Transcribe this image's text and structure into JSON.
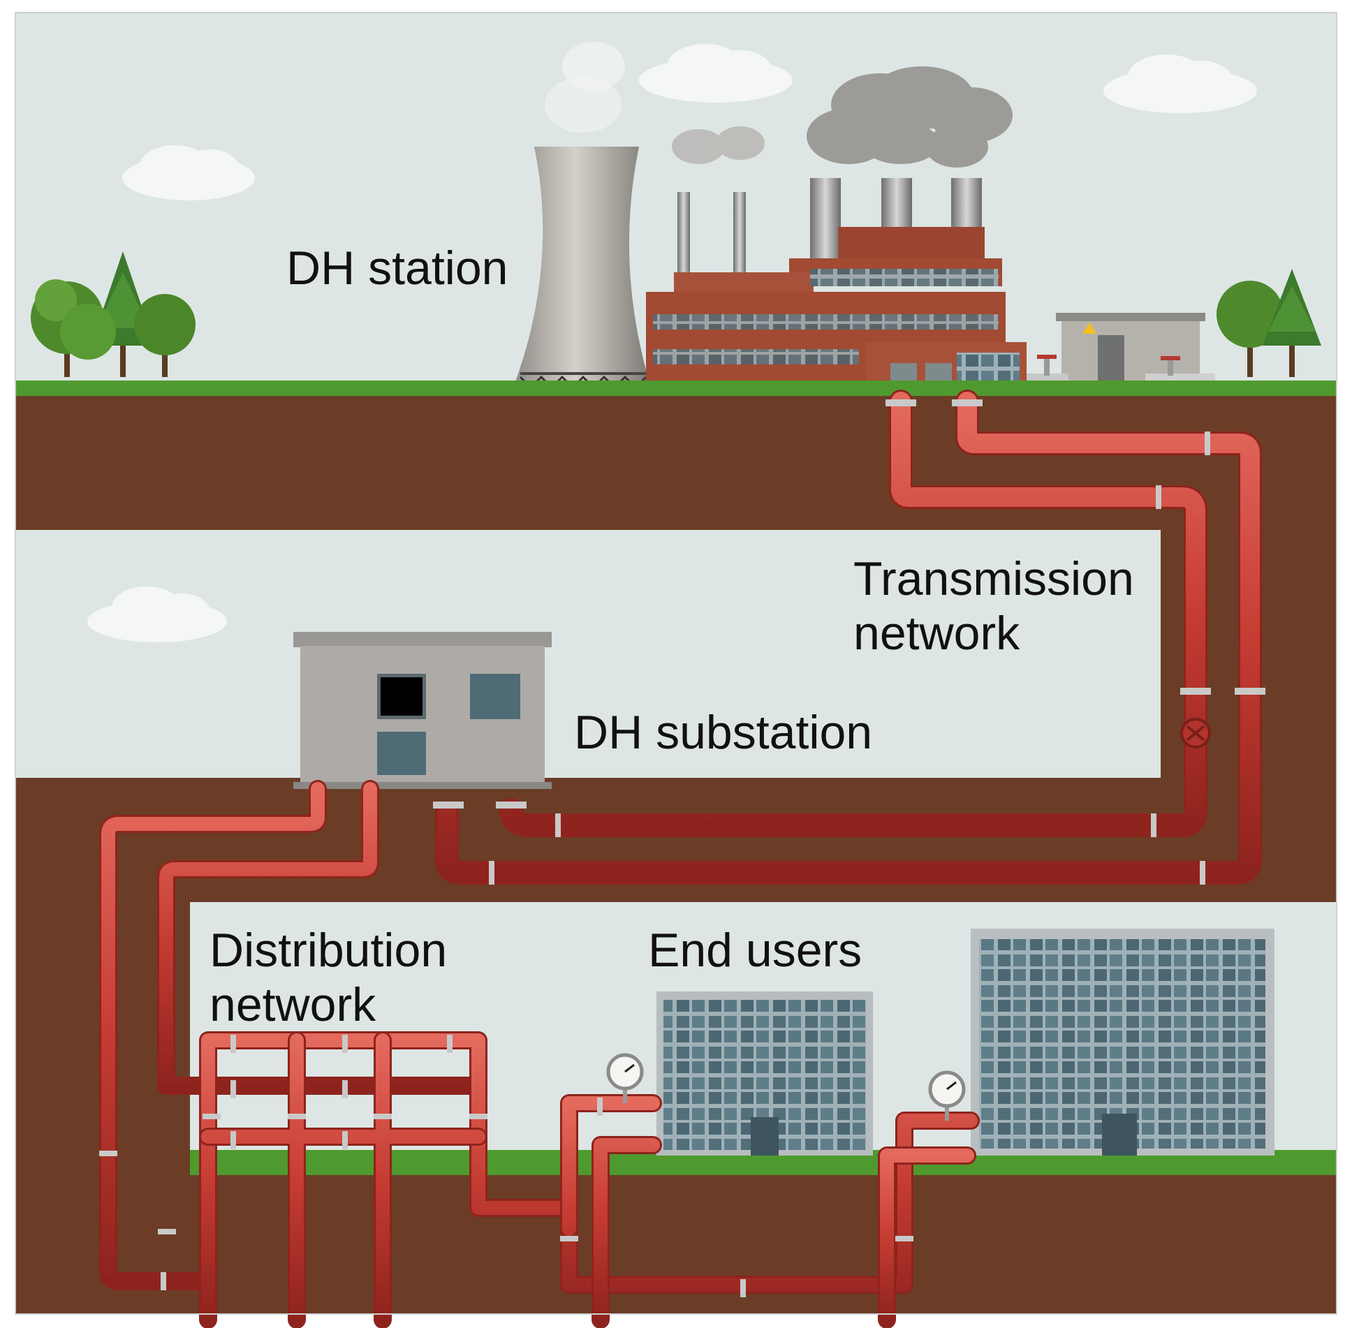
{
  "labels": {
    "dh_station": "DH station",
    "transmission_line1": "Transmission",
    "transmission_line2": "network",
    "dh_substation": "DH substation",
    "distribution_line1": "Distribution",
    "distribution_line2": "network",
    "end_users": "End users"
  },
  "colors": {
    "sky": "#dde6e4",
    "soil": "#6b3d26",
    "grass": "#4f9a2e",
    "pipe": "#c9423a",
    "brick": "#a24a32",
    "concrete": "#a9a9a6",
    "glass": "#5b7a86"
  },
  "icons": [
    "cooling-tower-icon",
    "factory-icon",
    "tree-icon",
    "valve-icon",
    "pressure-gauge-icon",
    "apartment-building-icon"
  ]
}
